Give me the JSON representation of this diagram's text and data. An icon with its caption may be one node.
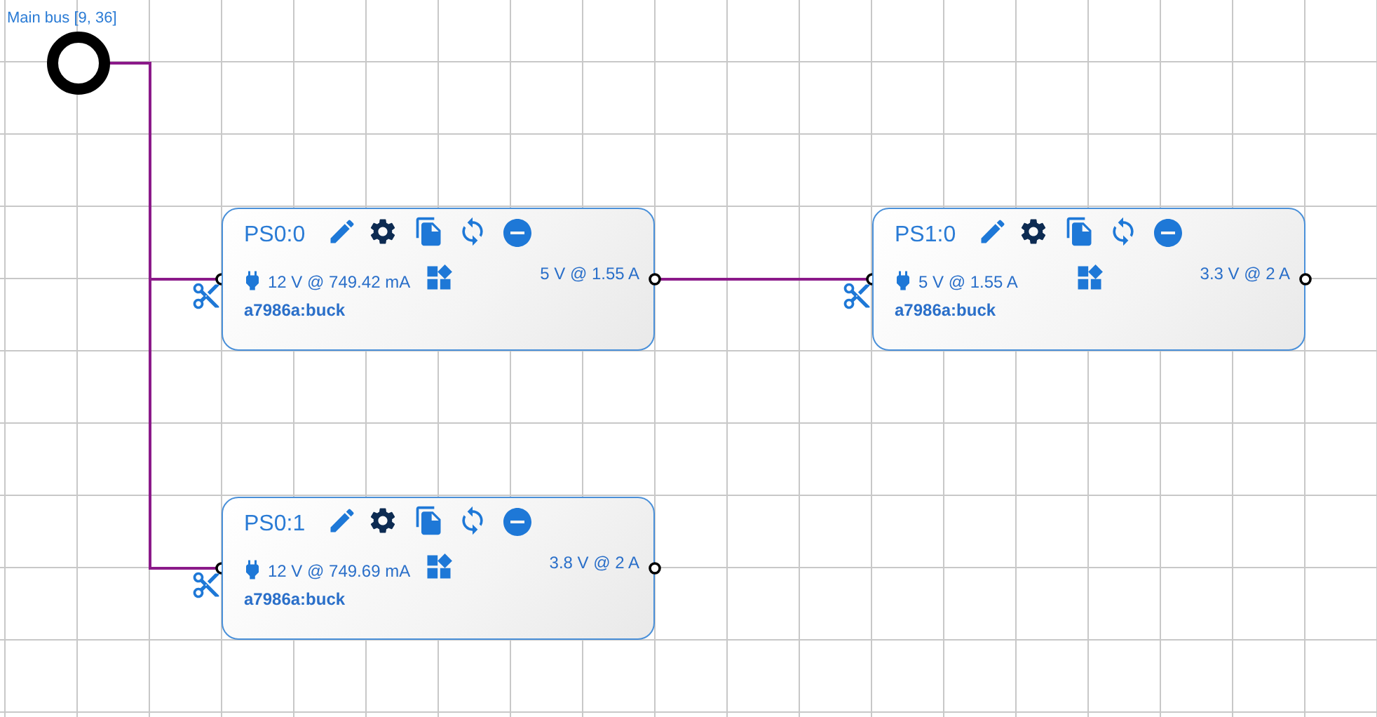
{
  "diagram": {
    "nodes": [
      {
        "text": [],
        "shape": "circle",
        "beside": [
          "Main bus [9, 36]"
        ]
      },
      {
        "text": [
          "PS0:0",
          "12 V @ 749.42 mA",
          "5 V @ 1.55 A",
          "a7986a:buck"
        ]
      },
      {
        "text": [
          "PS1:0",
          "5 V @ 1.55 A",
          "3.3 V @ 2 A",
          "a7986a:buck"
        ]
      },
      {
        "text": [
          "PS0:1",
          "12 V @ 749.69 mA",
          "3.8 V @ 2 A",
          "a7986a:buck"
        ]
      }
    ],
    "edges": [
      {
        "from": 0,
        "to": 1,
        "arrow": "other",
        "color": "#8b1a89"
      },
      {
        "from": 0,
        "to": 3,
        "arrow": "other",
        "color": "#8b1a89"
      },
      {
        "from": 1,
        "to": 2,
        "arrow": "other",
        "color": "#8b1a89"
      }
    ]
  }
}
